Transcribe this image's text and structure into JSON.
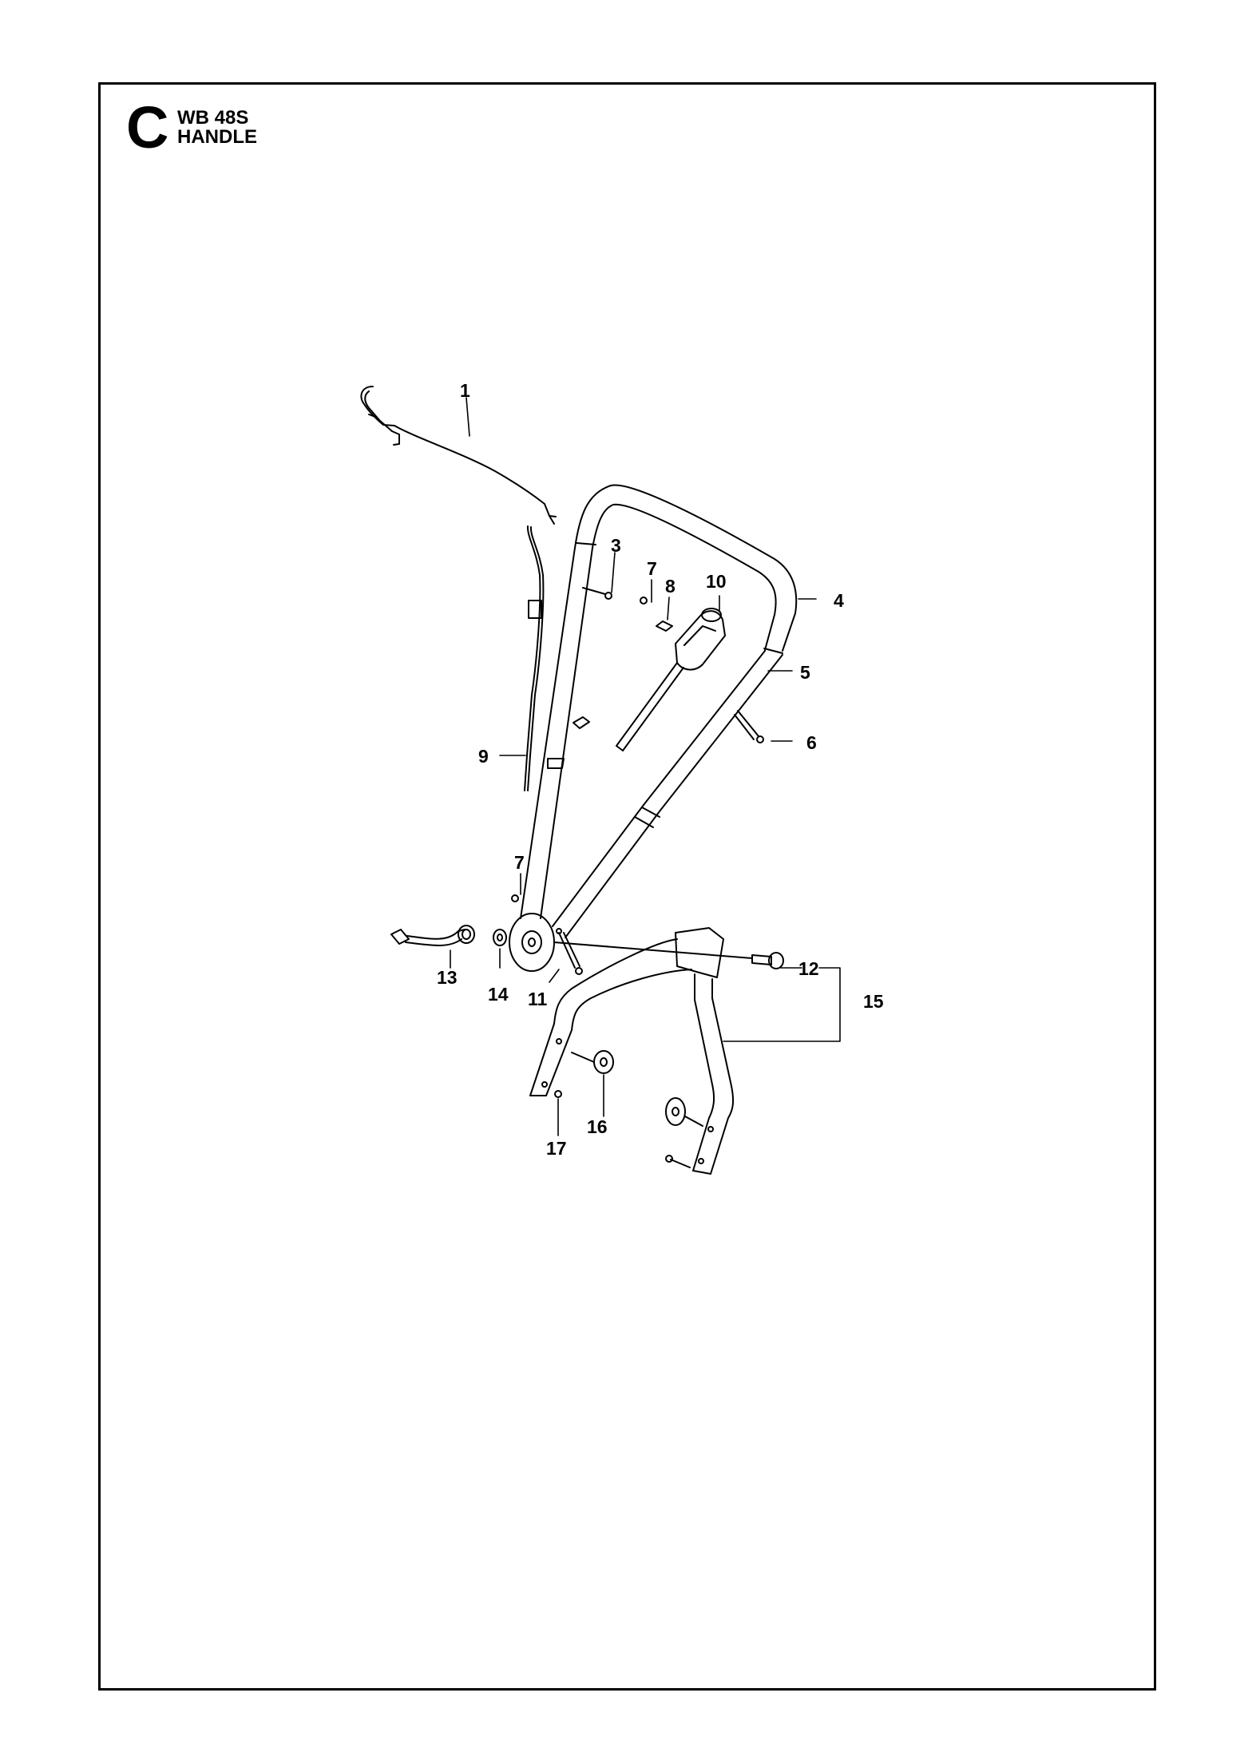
{
  "section": {
    "letter": "C",
    "model": "WB 48S",
    "name": "HANDLE"
  },
  "callouts": {
    "c1": "1",
    "c3": "3",
    "c4": "4",
    "c5": "5",
    "c6": "6",
    "c7a": "7",
    "c7b": "7",
    "c8": "8",
    "c9": "9",
    "c10": "10",
    "c11": "11",
    "c12": "12",
    "c13": "13",
    "c14": "14",
    "c15": "15",
    "c16": "16",
    "c17": "17"
  }
}
